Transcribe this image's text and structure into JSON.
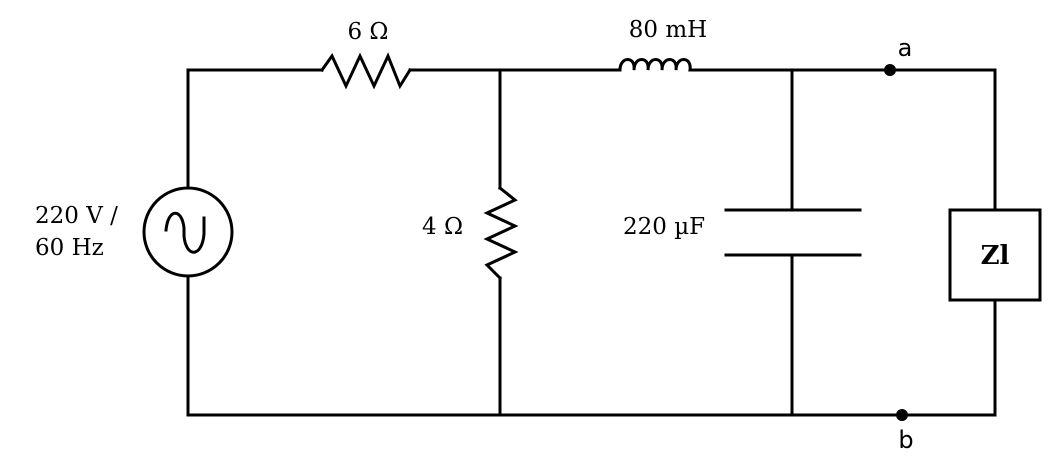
{
  "circuit": {
    "source": {
      "voltage": "220 V /",
      "frequency": "60 Hz"
    },
    "series_resistor": {
      "label": "6 Ω"
    },
    "inductor": {
      "label": "80 mH"
    },
    "shunt_resistor": {
      "label": "4 Ω"
    },
    "capacitor": {
      "label": "220 µF"
    },
    "load": {
      "label": "Zl"
    },
    "terminal_a": {
      "label": "a"
    },
    "terminal_b": {
      "label": "b"
    }
  },
  "colors": {
    "line": "#000000",
    "background": "#ffffff"
  }
}
